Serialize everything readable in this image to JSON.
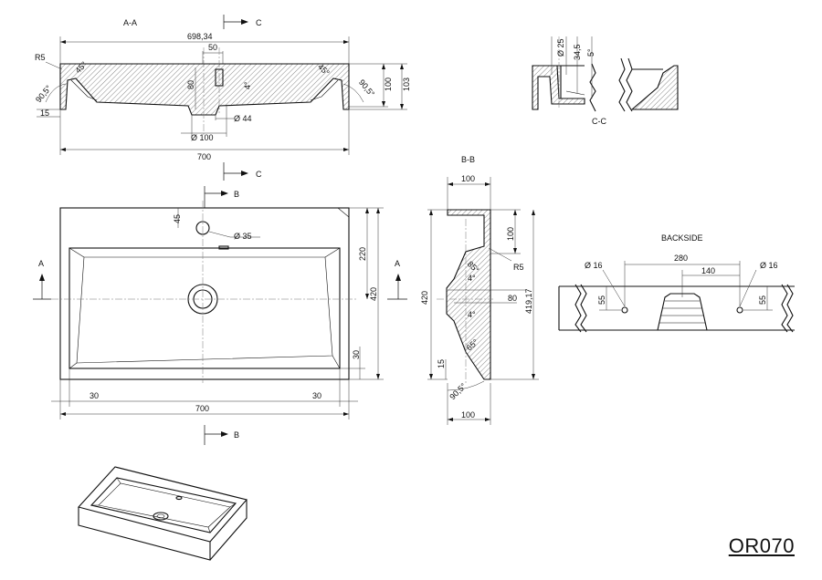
{
  "model_code": "OR070",
  "views": {
    "section_aa": {
      "title": "A-A",
      "dims": [
        "698,34",
        "50",
        "R5",
        "45°",
        "90,5°",
        "15",
        "80",
        "4°",
        "Ø 44",
        "Ø 100",
        "45°",
        "90,5°",
        "100",
        "103",
        "700"
      ]
    },
    "section_cc": {
      "title": "C-C",
      "dims": [
        "Ø 25",
        "34,5",
        "5°"
      ]
    },
    "section_bb": {
      "title": "B-B",
      "dims": [
        "100",
        "100",
        "85°",
        "R5",
        "4°",
        "80",
        "4°",
        "65°",
        "15",
        "90,5°",
        "420",
        "419,17",
        "100"
      ]
    },
    "top_view": {
      "dims": [
        "45",
        "Ø 35",
        "220",
        "420",
        "30",
        "30",
        "30",
        "700"
      ]
    },
    "backside": {
      "title": "BACKSIDE",
      "dims": [
        "Ø 16",
        "280",
        "140",
        "Ø 16",
        "55",
        "55"
      ]
    },
    "cut_marks": [
      "C",
      "C",
      "B",
      "B",
      "A",
      "A"
    ]
  }
}
